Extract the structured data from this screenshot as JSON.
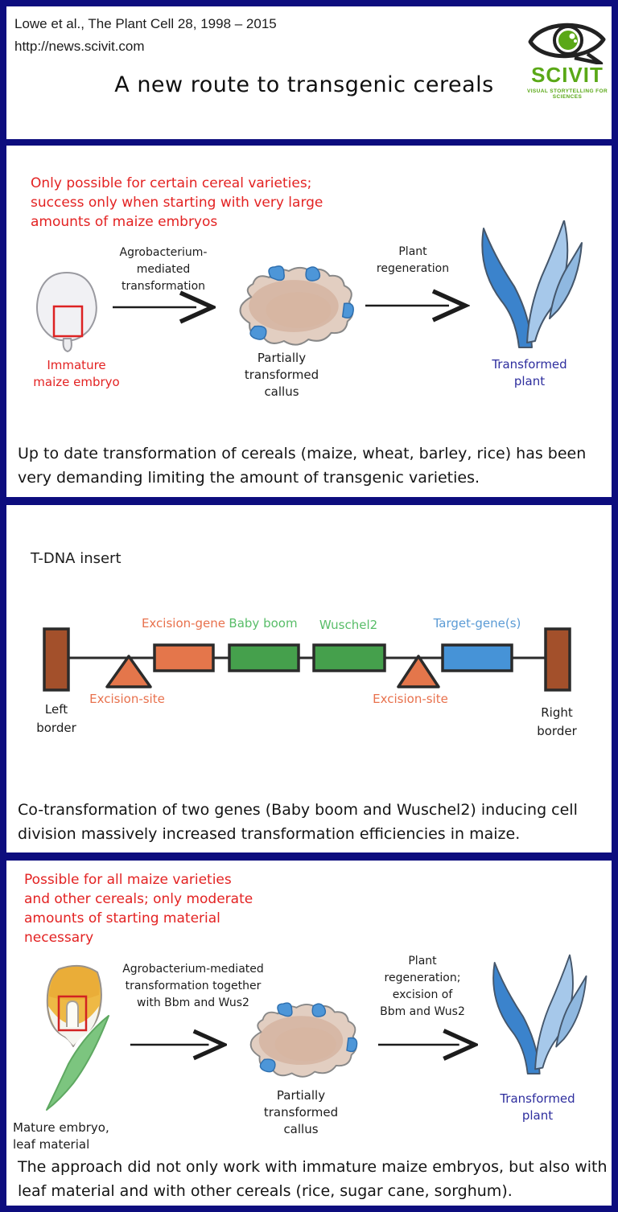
{
  "header": {
    "citation_line1": "Lowe et al., The Plant Cell 28, 1998 – 2015",
    "citation_line2": "http://news.scivit.com",
    "title": "A new route to transgenic cereals",
    "logo": {
      "name": "SCIVIT",
      "tagline": "VISUAL STORYTELLING FOR SCIENCES",
      "icon": "eye-speech-bubble-icon",
      "green": "#5aa817"
    }
  },
  "panel1": {
    "note": "Only possible for certain cereal varieties;\nsuccess only when starting with very large\namounts of maize embryos",
    "start_label": "Immature\nmaize embryo",
    "arrow1_label": "Agrobacterium-mediated\ntransformation",
    "callus_label": "Partially\ntransformed\ncallus",
    "arrow2_label": "Plant\nregeneration",
    "end_label": "Transformed\nplant",
    "summary": "Up to date transformation of cereals (maize, wheat, barley, rice) has been very demanding limiting the amount of transgenic varieties."
  },
  "panel2": {
    "diagram_title": "T-DNA insert",
    "labels": {
      "left_border": "Left\nborder",
      "excision_site": "Excision-site",
      "excision_gene": "Excision-gene",
      "baby_boom": "Baby boom",
      "wuschel2": "Wuschel2",
      "target_genes": "Target-gene(s)",
      "right_border": "Right\nborder"
    },
    "summary": "Co-transformation of two genes (Baby boom and Wuschel2) inducing cell division massively increased transformation efficiencies in maize."
  },
  "panel3": {
    "note": "Possible for all maize varieties\nand other cereals; only moderate\namounts of starting material\nnecessary",
    "start_label": "Mature embryo,\nleaf material",
    "arrow1_label": "Agrobacterium-mediated\ntransformation together\nwith Bbm and Wus2",
    "callus_label": "Partially\ntransformed\ncallus",
    "arrow2_label": "Plant\nregeneration;\nexcision of\nBbm and Wus2",
    "end_label": "Transformed\nplant",
    "summary": "The approach did not only work with immature maize embryos, but also with leaf material and with other cereals (rice, sugar cane, sorghum)."
  },
  "illustrations": {
    "embryo": "immature-maize-embryo-drawing",
    "callus": "partially-transformed-callus-drawing",
    "plant": "transformed-plant-drawing",
    "mature_embryo": "mature-embryo-leaf-drawing",
    "tdna": "t-dna-construct-diagram"
  },
  "colors": {
    "frame_navy": "#0d0d7e",
    "note_red": "#e32222",
    "transformed_navy": "#2e2e9e",
    "border_brown": "#a3502b",
    "excision_orange": "#e4764b",
    "gene_green": "#45a04c",
    "target_blue": "#4693d7",
    "plant_blue": "#3b83cc",
    "logo_green": "#5aa817"
  }
}
